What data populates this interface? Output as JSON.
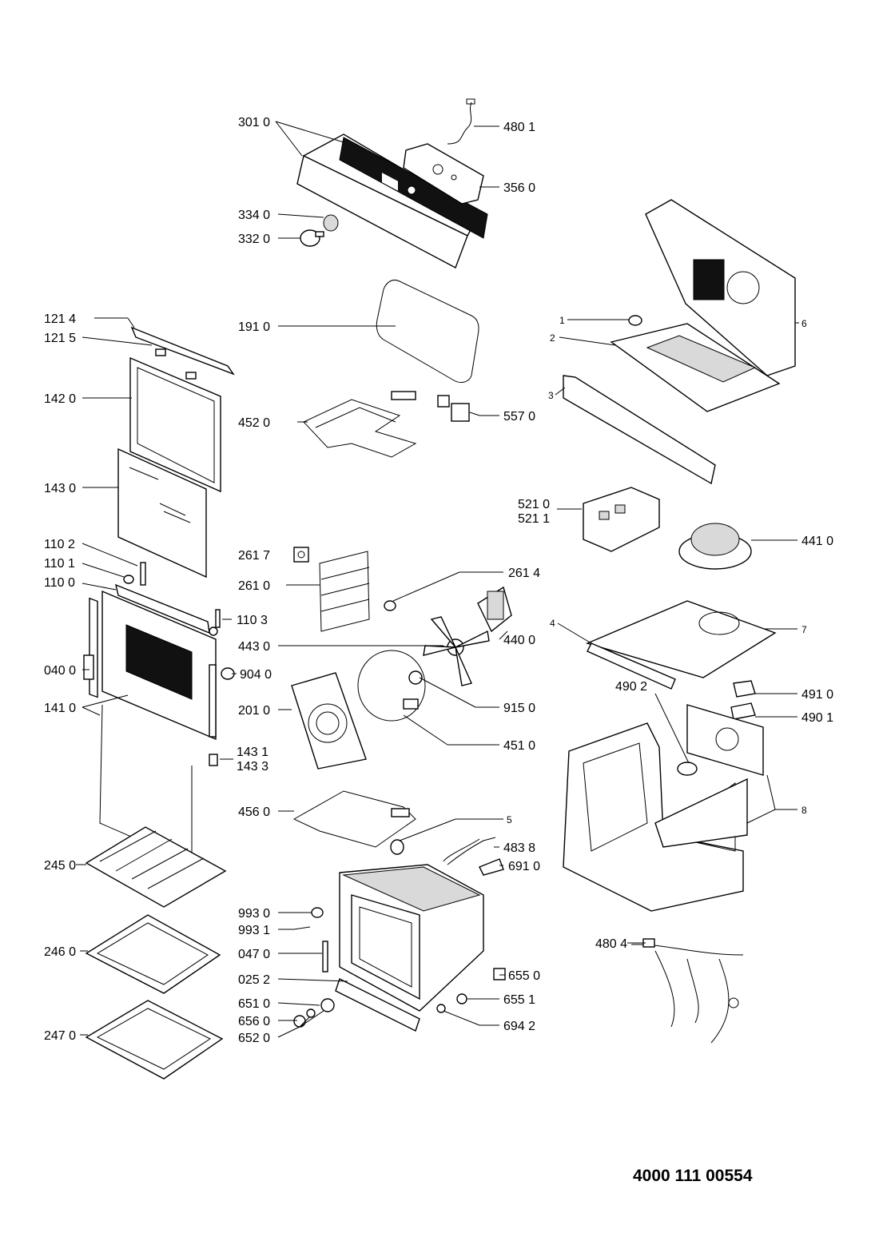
{
  "document_number": "4000 111 00554",
  "labels": {
    "p3010": "301 0",
    "p4801": "480 1",
    "p3560": "356 0",
    "p3340": "334 0",
    "p3320": "332 0",
    "p1214": "121 4",
    "p1215": "121 5",
    "p1420": "142 0",
    "p1430": "143 0",
    "p1102": "110 2",
    "p1101": "110 1",
    "p1100": "110 0",
    "p1103": "110 3",
    "p0400": "040 0",
    "p1410": "141 0",
    "p9040": "904 0",
    "p1431": "143 1",
    "p1433": "143 3",
    "p2450": "245 0",
    "p2460": "246 0",
    "p2470": "247 0",
    "p1910": "191 0",
    "p4520": "452 0",
    "p5570": "557 0",
    "p2617": "261 7",
    "p2610": "261 0",
    "p2614": "261 4",
    "p4430": "443 0",
    "p4400": "440 0",
    "p9150": "915 0",
    "p2010": "201 0",
    "p4510": "451 0",
    "p4560": "456 0",
    "p5": "5",
    "p4838": "483 8",
    "p6910": "691 0",
    "p9930": "993 0",
    "p9931": "993 1",
    "p0470": "047 0",
    "p0252": "025 2",
    "p6550": "655 0",
    "p6551": "655 1",
    "p6510": "651 0",
    "p6560": "656 0",
    "p6520": "652 0",
    "p6942": "694 2",
    "p1": "1",
    "p2": "2",
    "p3": "3",
    "p6": "6",
    "p4": "4",
    "p7": "7",
    "p8": "8",
    "p5210": "521 0",
    "p5211": "521 1",
    "p4410": "441 0",
    "p4902": "490 2",
    "p4910": "491 0",
    "p4901": "490 1",
    "p4804": "480 4"
  }
}
